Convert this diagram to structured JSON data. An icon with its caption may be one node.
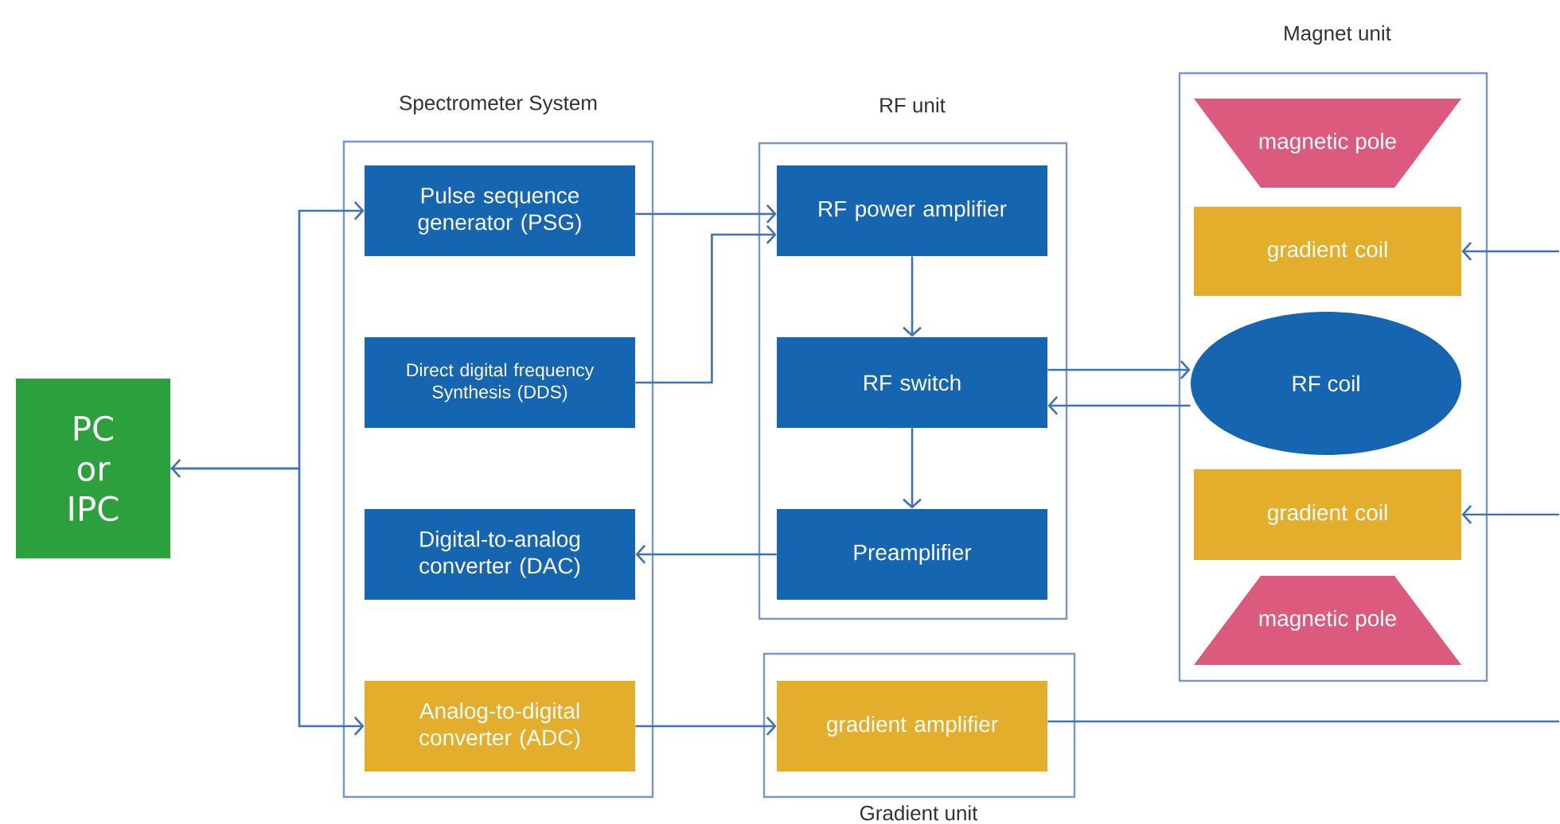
{
  "diagram": {
    "nodes": [
      {
        "text": [
          "PC or IPC"
        ]
      },
      {
        "text": [
          "Spectrometer System"
        ]
      },
      {
        "text": [
          "Pulse sequence generator (PSG)"
        ],
        "in": 1
      },
      {
        "text": [
          "Direct digital frequency Synthesis (DDS)"
        ],
        "in": 1
      },
      {
        "text": [
          "Digital-to-analog converter (DAC)"
        ],
        "in": 1
      },
      {
        "text": [
          "Analog-to-digital converter (ADC)"
        ],
        "in": 1
      },
      {
        "text": [
          "RF unit"
        ]
      },
      {
        "text": [
          "RF power amplifier"
        ],
        "in": 6
      },
      {
        "text": [
          "RF switch"
        ],
        "in": 6
      },
      {
        "text": [
          "Preamplifier"
        ],
        "in": 6
      },
      {
        "text": [
          "Gradient unit"
        ]
      },
      {
        "text": [
          "gradient amplifier"
        ],
        "in": 10
      },
      {
        "text": [
          "Magnet unit"
        ]
      },
      {
        "text": [
          "magnetic pole"
        ],
        "in": 12
      },
      {
        "text": [
          "gradient coil"
        ],
        "in": 12
      },
      {
        "text": [
          "RF coil"
        ],
        "in": 12
      },
      {
        "text": [
          "gradient coil"
        ],
        "in": 12
      },
      {
        "text": [
          "magnetic pole"
        ],
        "in": 12
      }
    ],
    "edges": [
      {
        "from": 0,
        "to": 2,
        "arrow": "both"
      },
      {
        "from": 0,
        "to": 5,
        "arrow": "to"
      },
      {
        "from": 2,
        "to": 7,
        "arrow": "to"
      },
      {
        "from": 3,
        "to": 7,
        "arrow": "to"
      },
      {
        "from": 7,
        "to": 8,
        "arrow": "to"
      },
      {
        "from": 8,
        "to": 15,
        "arrow": "to"
      },
      {
        "from": 15,
        "to": 8,
        "arrow": "to"
      },
      {
        "from": 8,
        "to": 9,
        "arrow": "to"
      },
      {
        "from": 9,
        "to": 4,
        "arrow": "to"
      },
      {
        "from": 5,
        "to": 11,
        "arrow": "to"
      },
      {
        "from": 11,
        "to": null,
        "arrow": "none"
      },
      {
        "from": null,
        "to": 14,
        "arrow": "to"
      },
      {
        "from": null,
        "to": 16,
        "arrow": "to"
      }
    ]
  }
}
